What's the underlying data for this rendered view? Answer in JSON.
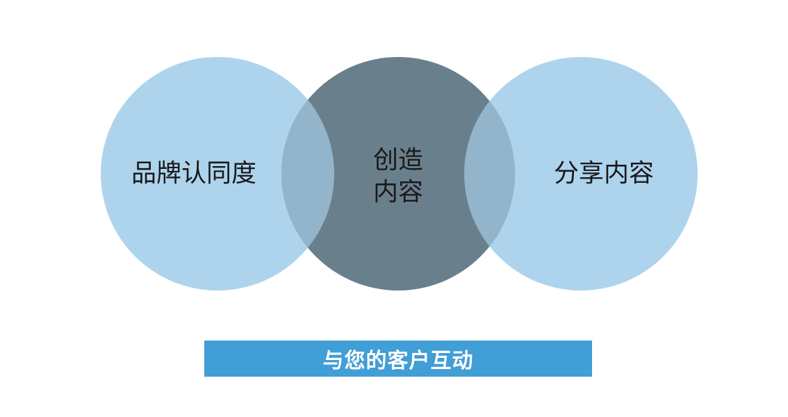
{
  "diagram": {
    "circles": [
      {
        "label": "品牌认同度",
        "color": "#aed4ed"
      },
      {
        "label": "创造\n内容",
        "color": "#697f8c"
      },
      {
        "label": "分享内容",
        "color": "#aed4ed"
      }
    ],
    "overlap_color": "#93b5cb"
  },
  "banner": {
    "text": "与您的客户互动",
    "color": "#419ed6"
  }
}
